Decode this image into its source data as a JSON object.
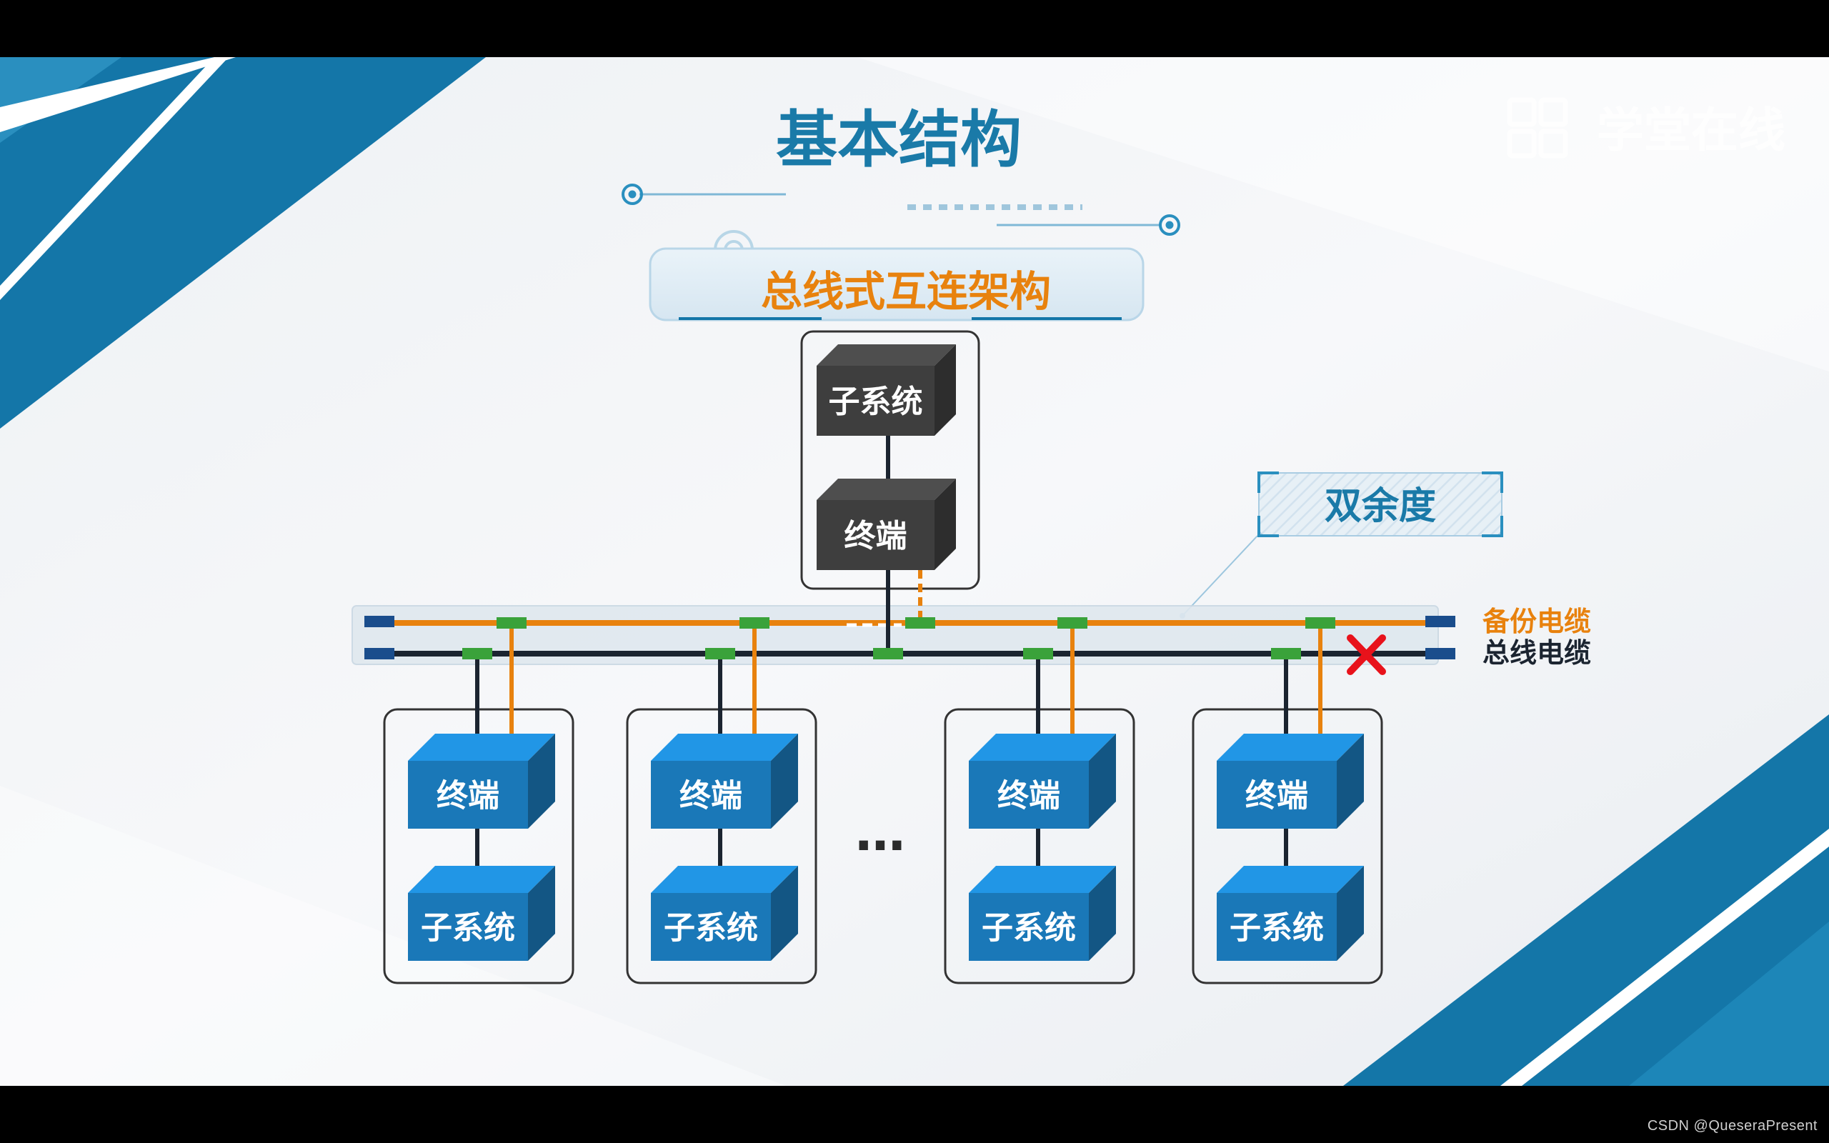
{
  "title": "基本结构",
  "subtitle": "总线式互连架构",
  "watermark": "学堂在线",
  "redundancy_label": "双余度",
  "legend": {
    "backup_cable": "备份电缆",
    "bus_cable": "总线电缆"
  },
  "top_module": {
    "subsystem": "子系统",
    "terminal": "终端"
  },
  "modules": [
    {
      "terminal": "终端",
      "subsystem": "子系统"
    },
    {
      "terminal": "终端",
      "subsystem": "子系统"
    },
    {
      "terminal": "终端",
      "subsystem": "子系统"
    },
    {
      "terminal": "终端",
      "subsystem": "子系统"
    }
  ],
  "ellipsis": "…",
  "credit": "CSDN @QueseraPresent",
  "colors": {
    "title_blue": "#1a7aa8",
    "subtitle_orange": "#e8820e",
    "backup_orange": "#e8820e",
    "bus_dark": "#1b2430",
    "connector_green": "#3aa23a",
    "terminal_blue": "#1a78b8",
    "dark_block": "#3e3e3e",
    "fault_red": "#e8121b",
    "panel_blue": "#1476a8"
  }
}
